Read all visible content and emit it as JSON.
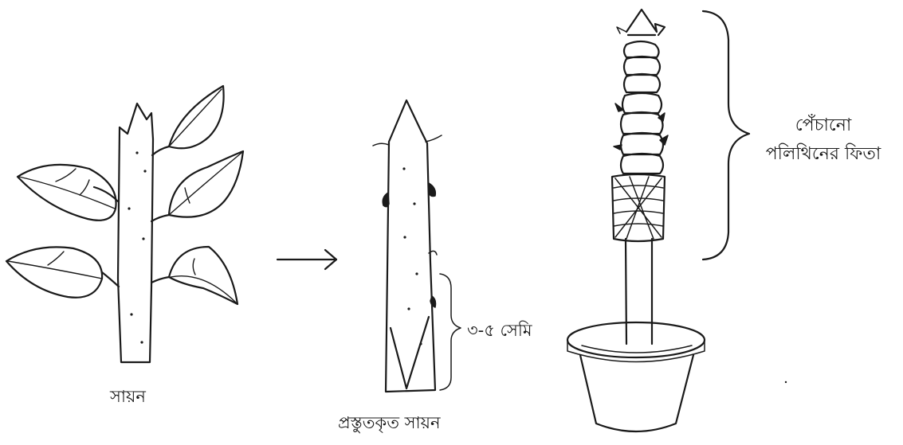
{
  "labels": {
    "scion": "সায়ন",
    "prepared_scion": "প্রস্তুতকৃত সায়ন",
    "cut_length": "৩-৫ সেমি",
    "wrap_line1": "পেঁচানো",
    "wrap_line2": "পলিথিনের ফিতা"
  }
}
